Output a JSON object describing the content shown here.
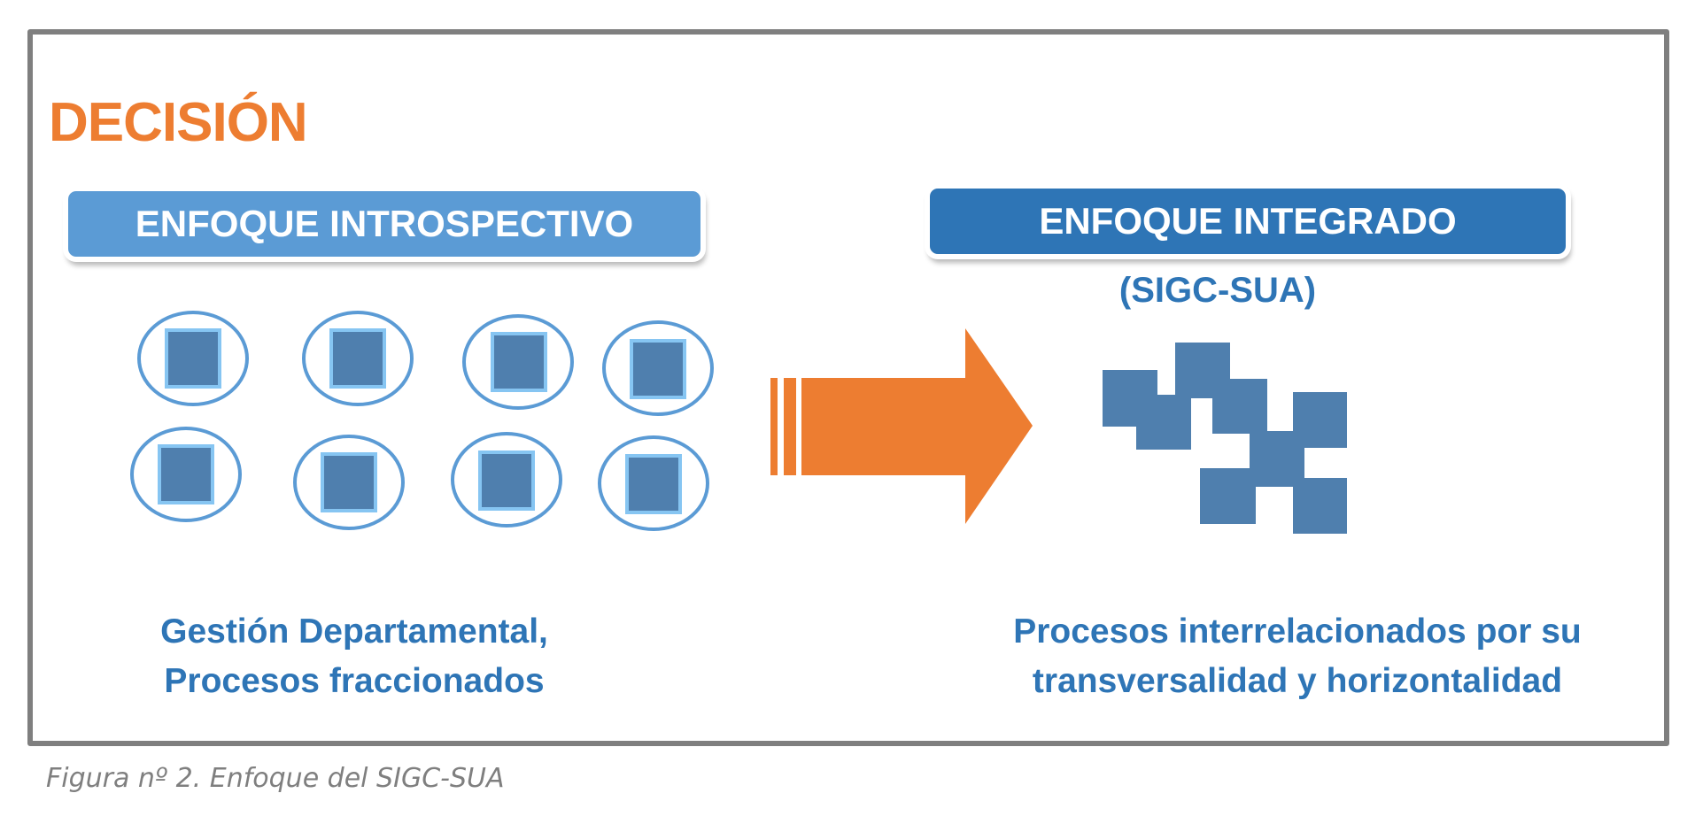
{
  "figure": {
    "title": "DECISIÓN",
    "caption": "Figura nº 2. Enfoque del SIGC-SUA",
    "colors": {
      "title": "#ED7D31",
      "arrow": "#ED7D31",
      "header_left": "#5B9BD5",
      "header_right": "#2E75B6",
      "text_blue": "#2E75B6",
      "process_square": "#4F7FAE",
      "process_square_border": "#86C5F2",
      "ellipse_stroke": "#5B9BD5",
      "frame": "#7F7F7F"
    }
  },
  "left_panel": {
    "header": "ENFOQUE INTROSPECTIVO",
    "description_line1": "Gestión Departamental,",
    "description_line2": "Procesos fraccionados",
    "process_count": 8,
    "icon": "isolated-process-icon"
  },
  "transition": {
    "icon": "arrow-right-icon"
  },
  "right_panel": {
    "header": "ENFOQUE INTEGRADO",
    "subheader": "(SIGC-SUA)",
    "description_line1": "Procesos interrelacionados por su",
    "description_line2": "transversalidad y horizontalidad",
    "process_count": 8,
    "icon": "interlinked-process-icon"
  }
}
